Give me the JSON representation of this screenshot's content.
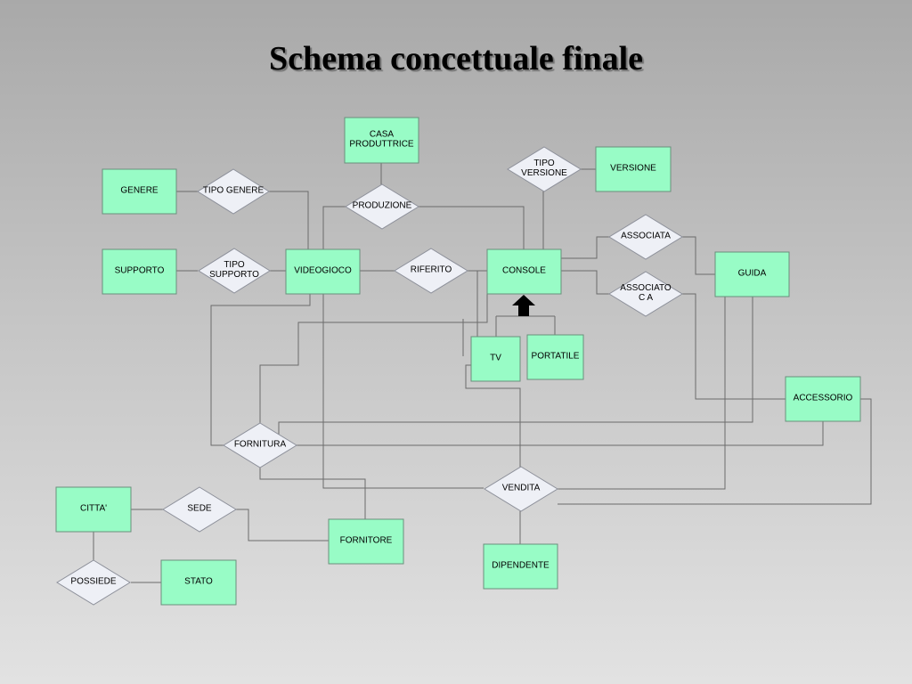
{
  "title": "Schema concettuale finale",
  "entities": {
    "casa_produttrice": [
      "CASA",
      "PRODUTTRICE"
    ],
    "versione": [
      "VERSIONE"
    ],
    "genere": [
      "GENERE"
    ],
    "supporto": [
      "SUPPORTO"
    ],
    "videogioco": [
      "VIDEOGIOCO"
    ],
    "console": [
      "CONSOLE"
    ],
    "guida": [
      "GUIDA"
    ],
    "tv": [
      "TV"
    ],
    "portatile": [
      "PORTATILE"
    ],
    "accessorio": [
      "ACCESSORIO"
    ],
    "citta": [
      "CITTA'"
    ],
    "stato": [
      "STATO"
    ],
    "fornitore": [
      "FORNITORE"
    ],
    "dipendente": [
      "DIPENDENTE"
    ]
  },
  "relationships": {
    "tipo_genere": [
      "TIPO GENERE"
    ],
    "produzione": [
      "PRODUZIONE"
    ],
    "tipo_versione": [
      "TIPO",
      "VERSIONE"
    ],
    "tipo_supporto": [
      "TIPO",
      "SUPPORTO"
    ],
    "riferito": [
      "RIFERITO"
    ],
    "associata": [
      "ASSOCIATA"
    ],
    "associato_ca": [
      "ASSOCIATO",
      "C A"
    ],
    "fornitura": [
      "FORNITURA"
    ],
    "vendita": [
      "VENDITA"
    ],
    "sede": [
      "SEDE"
    ],
    "possiede": [
      "POSSIEDE"
    ]
  },
  "colors": {
    "entity_fill": "#98fcc6",
    "relationship_fill": "#eef0f6",
    "line": "#6b6b6b"
  }
}
